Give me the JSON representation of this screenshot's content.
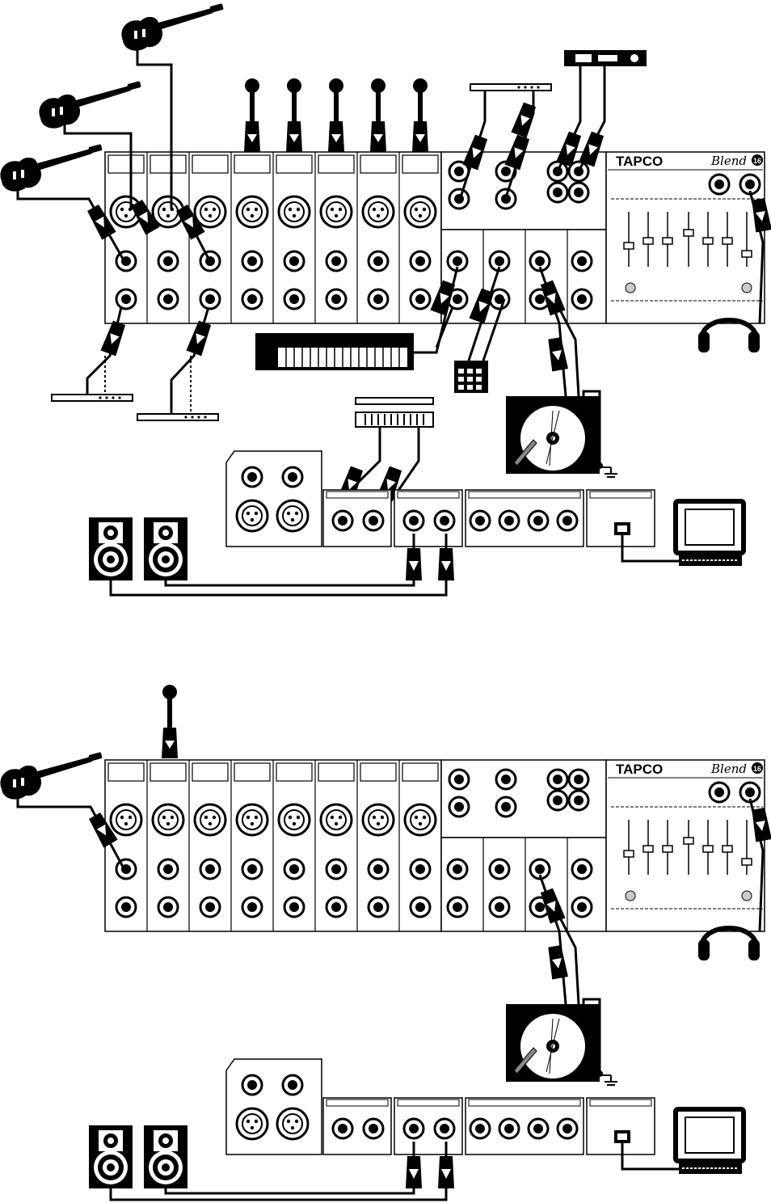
{
  "diagrams": [
    {
      "name": "full-setup",
      "mixer": {
        "brand": "TAPCO",
        "model": "Blend",
        "model_number": "16"
      },
      "sources": [
        "guitar",
        "guitar",
        "guitar",
        "microphone",
        "microphone",
        "microphone",
        "microphone",
        "microphone",
        "keyboard",
        "drum-machine",
        "turntable",
        "rack-effect"
      ],
      "outputs": [
        "studio-monitor",
        "studio-monitor",
        "headphones",
        "computer"
      ]
    },
    {
      "name": "minimal-setup",
      "mixer": {
        "brand": "TAPCO",
        "model": "Blend",
        "model_number": "16"
      },
      "sources": [
        "guitar",
        "microphone",
        "turntable"
      ],
      "outputs": [
        "studio-monitor",
        "studio-monitor",
        "headphones",
        "computer"
      ]
    }
  ],
  "colors": {
    "ink": "#000000",
    "paper": "#ffffff"
  }
}
